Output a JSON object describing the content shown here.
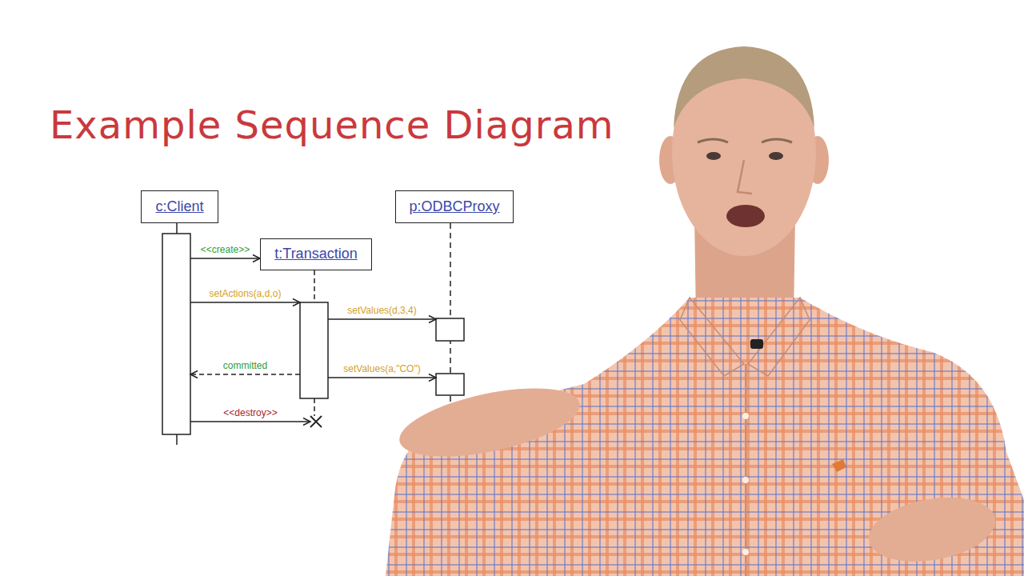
{
  "diagram": {
    "title": "Example Sequence Diagram",
    "nodes": [
      {
        "text": [
          "c:Client"
        ]
      },
      {
        "text": [
          "p:ODBCProxy"
        ]
      },
      {
        "text": [
          "t:Transaction"
        ]
      }
    ],
    "edges": [
      {
        "from": 0,
        "to": 2,
        "label": "<<create>>",
        "arrow": "to"
      },
      {
        "from": 0,
        "to": 2,
        "label": "setActions(a,d,o)",
        "arrow": "to"
      },
      {
        "from": 2,
        "to": 1,
        "label": "setValues(d,3,4)",
        "arrow": "to"
      },
      {
        "from": 2,
        "to": 0,
        "label": "committed",
        "arrow": "to"
      },
      {
        "from": 2,
        "to": 1,
        "label": "setValues(a,\"CO\")",
        "arrow": "to"
      },
      {
        "from": 0,
        "to": 2,
        "label": "<<destroy>>",
        "arrow": "to"
      }
    ]
  }
}
